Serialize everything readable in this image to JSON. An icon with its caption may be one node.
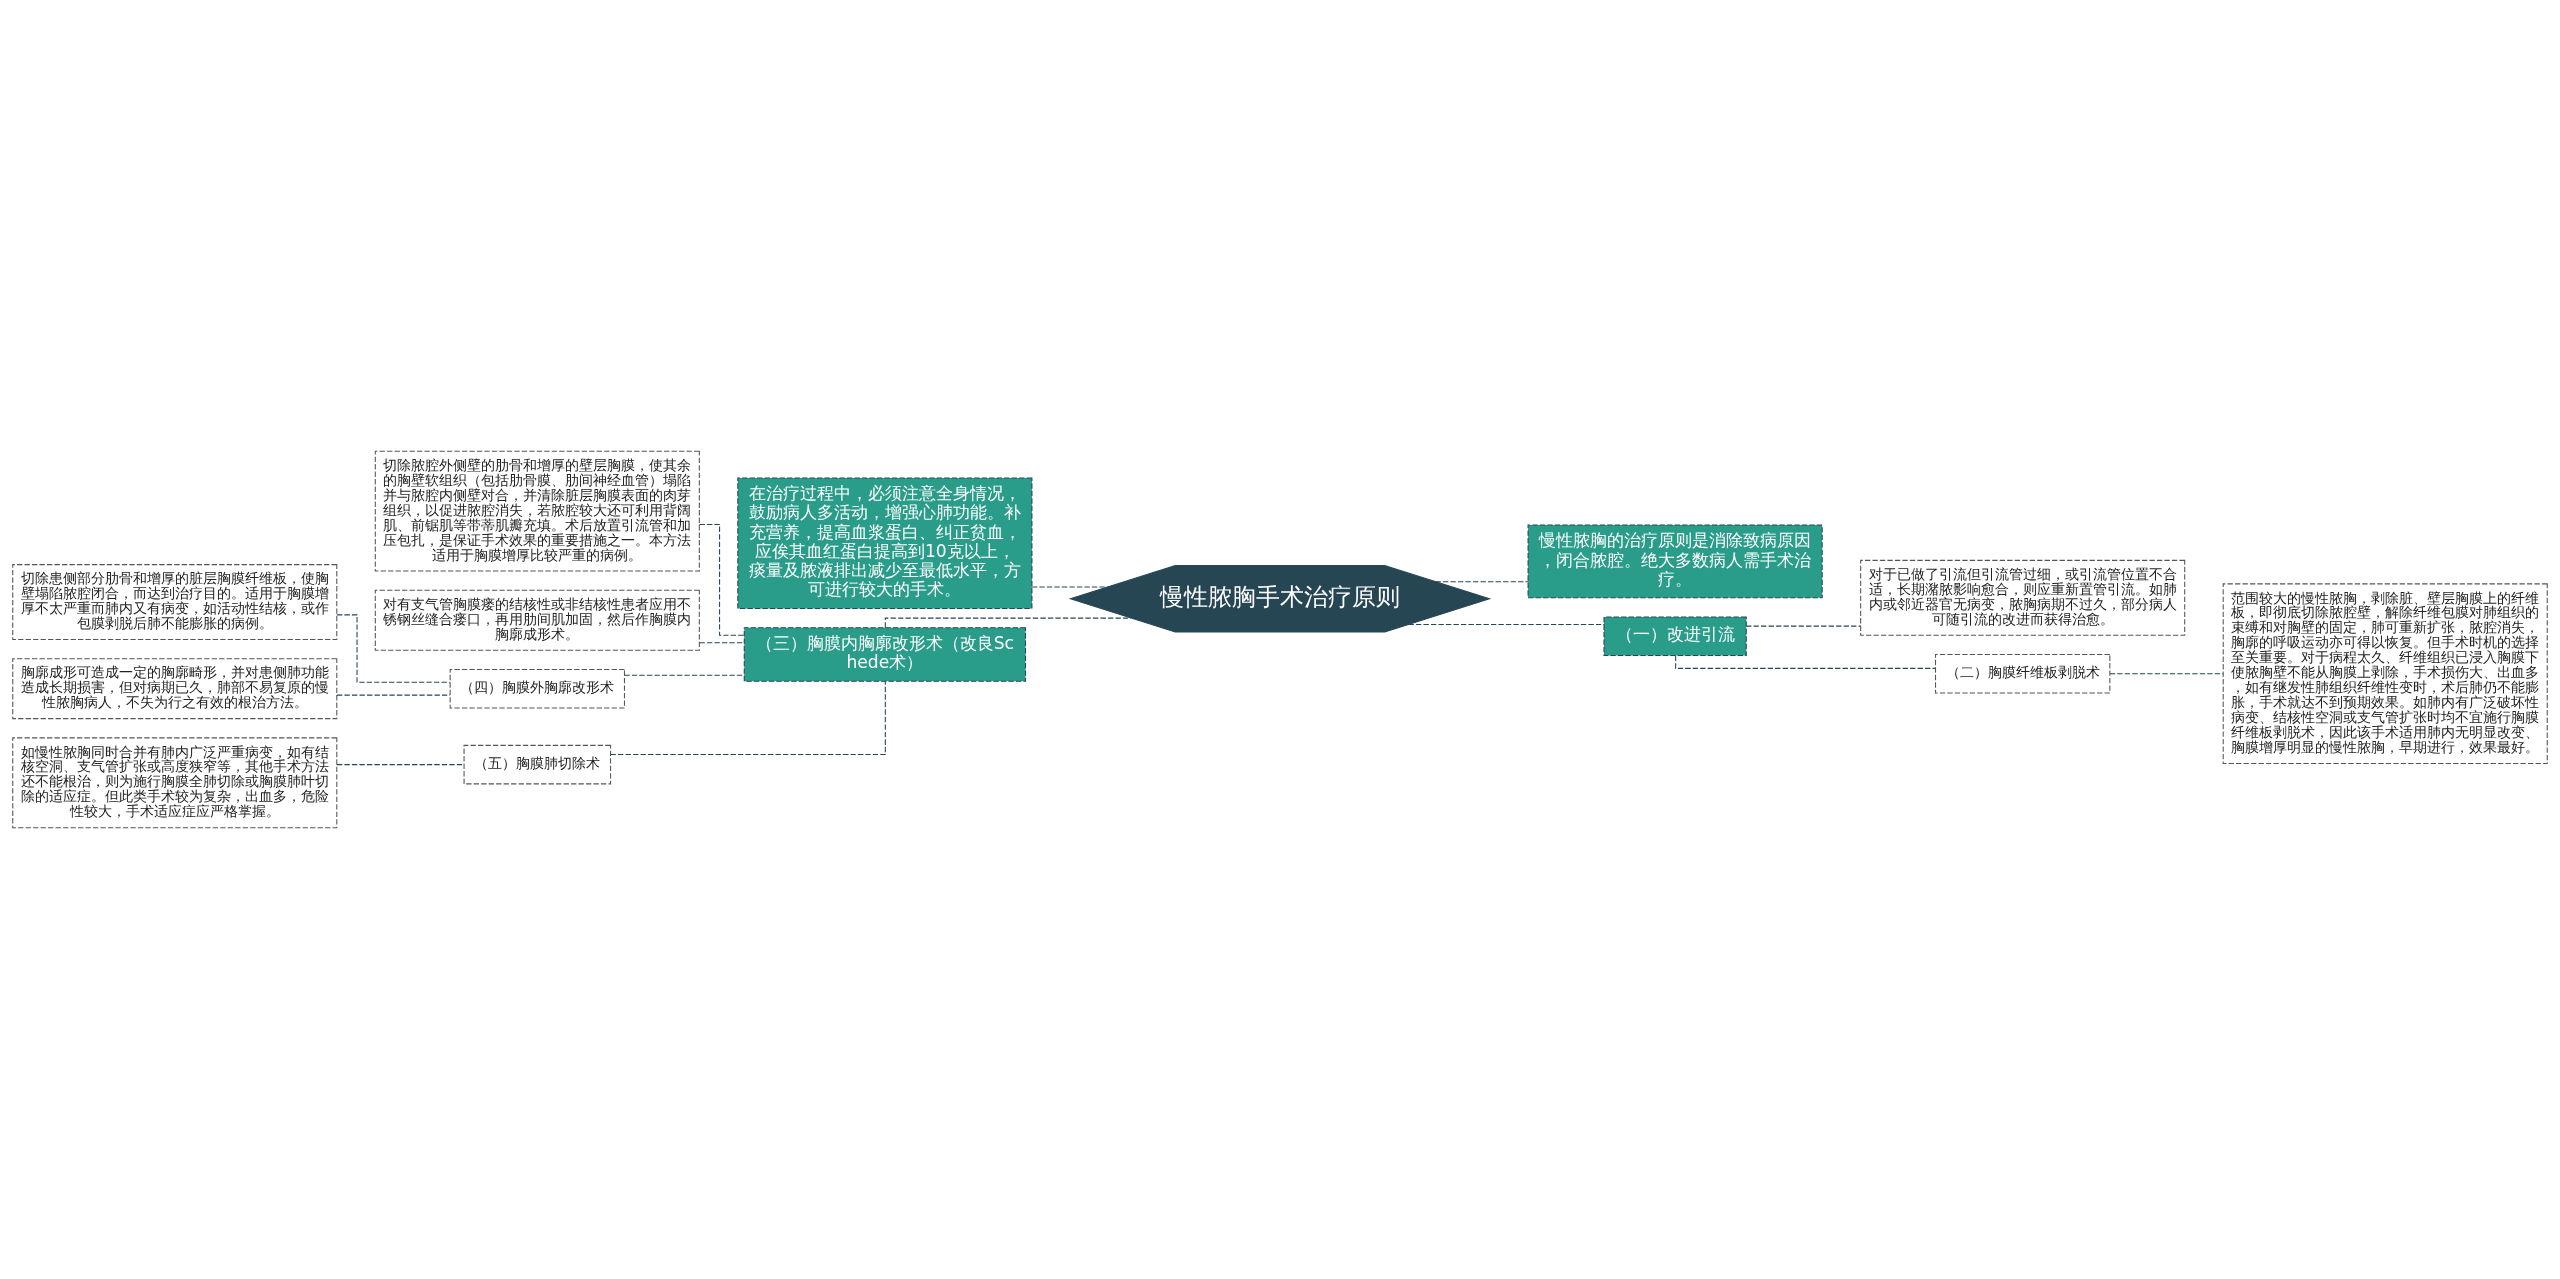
{
  "diagram": {
    "nodes": [
      {
        "text": [
          "慢性脓胸手术治疗原则"
        ]
      },
      {
        "text": [
          "慢性脓胸的治疗原则是消除致病原因，闭合脓腔。绝大多数病人需手术治疗。"
        ]
      },
      {
        "text": [
          "（一）改进引流"
        ]
      },
      {
        "text": [
          "对于已做了引流但引流管过细，或引流管位置不合适，长期潴脓影响愈合，则应重新置管引流。如肺内或邻近器官无病变，脓胸病期不过久，部分病人可随引流的改进而获得治愈。"
        ]
      },
      {
        "text": [
          "（二）胸膜纤维板剥脱术"
        ]
      },
      {
        "text": [
          "范围较大的慢性脓胸，剥除脏、壁层胸膜上的纤维板，即彻底切除脓腔壁，解除纤维包膜对肺组织的束缚和对胸壁的固定，肺可重新扩张，脓腔消失，胸廓的呼吸运动亦可得以恢复。但手术时机的选择至关重要。对于病程太久、纤维组织已浸入胸膜下使脓胸壁不能从胸膜上剥除，手术损伤大、出血多，如有继发性肺组织纤维性变时，术后肺仍不能膨胀，手术就达不到预期效果。如肺内有广泛破坏性病变、结核性空洞或支气管扩张时均不宜施行胸膜纤维板剥脱术，因此该手术适用肺内无明显改变、胸膜增厚明显的慢性脓胸，早期进行，效果最好。"
        ]
      },
      {
        "text": [
          "在治疗过程中，必须注意全身情况，鼓励病人多活动，增强心肺功能。补充营养，提高血浆蛋白、纠正贫血，应俟其血红蛋白提高到10克以上，痰量及脓液排出减少至最低水平，方可进行较大的手术。"
        ]
      },
      {
        "text": [
          "（三）胸膜内胸廓改形术（改良Schede术）"
        ]
      },
      {
        "text": [
          "切除脓腔外侧壁的肋骨和增厚的壁层胸膜，使其余的胸壁软组织（包括肋骨膜、肋间神经血管）塌陷并与脓腔内侧壁对合，并清除脏层胸膜表面的肉芽组织，以促进脓腔消失，若脓腔较大还可利用背阔肌、前锯肌等带蒂肌瓣充填。术后放置引流管和加压包扎，是保证手术效果的重要措施之一。本方法适用于胸膜增厚比较严重的病例。"
        ]
      },
      {
        "text": [
          "对有支气管胸膜瘘的结核性或非结核性患者应用不锈钢丝缝合瘘口，再用肋间肌加固，然后作胸膜内胸廓成形术。"
        ]
      },
      {
        "text": [
          "（四）胸膜外胸廓改形术"
        ]
      },
      {
        "text": [
          "切除患侧部分肋骨和增厚的脏层胸膜纤维板，使胸壁塌陷脓腔闭合，而达到治疗目的。适用于胸膜增厚不太严重而肺内又有病变，如活动性结核，或作包膜剥脱后肺不能膨胀的病例。"
        ]
      },
      {
        "text": [
          "胸廓成形可造成一定的胸廓畸形，并对患侧肺功能造成长期损害，但对病期已久，肺部不易复原的慢性脓胸病人，不失为行之有效的根治方法。"
        ]
      },
      {
        "text": [
          "（五）胸膜肺切除术"
        ]
      },
      {
        "text": [
          "如慢性脓胸同时合并有肺内广泛严重病变，如有结核空洞、支气管扩张或高度狭窄等，其他手术方法还不能根治，则为施行胸膜全肺切除或胸膜肺叶切除的适应症。但此类手术较为复杂，出血多，危险性较大，手术适应症应严格掌握。"
        ]
      }
    ],
    "edges": [
      {
        "from": 0,
        "to": 1,
        "arrow": "none",
        "style": "dashed"
      },
      {
        "from": 0,
        "to": 2,
        "arrow": "none",
        "style": "dashed"
      },
      {
        "from": 2,
        "to": 3,
        "arrow": "none",
        "style": "dashed"
      },
      {
        "from": 2,
        "to": 4,
        "arrow": "none",
        "style": "dashed"
      },
      {
        "from": 4,
        "to": 5,
        "arrow": "none",
        "style": "dashed"
      },
      {
        "from": 6,
        "to": 0,
        "arrow": "none",
        "style": "dashed"
      },
      {
        "from": 7,
        "to": 0,
        "arrow": "none",
        "style": "dashed"
      },
      {
        "from": 8,
        "to": 7,
        "arrow": "none",
        "style": "dashed"
      },
      {
        "from": 9,
        "to": 7,
        "arrow": "none",
        "style": "dashed"
      },
      {
        "from": 10,
        "to": 7,
        "arrow": "none",
        "style": "dashed"
      },
      {
        "from": 11,
        "to": 10,
        "arrow": "none",
        "style": "dashed"
      },
      {
        "from": 12,
        "to": 10,
        "arrow": "none",
        "style": "dashed"
      },
      {
        "from": 13,
        "to": 7,
        "arrow": "none",
        "style": "dashed"
      },
      {
        "from": 14,
        "to": 13,
        "arrow": "none",
        "style": "dashed"
      }
    ]
  }
}
